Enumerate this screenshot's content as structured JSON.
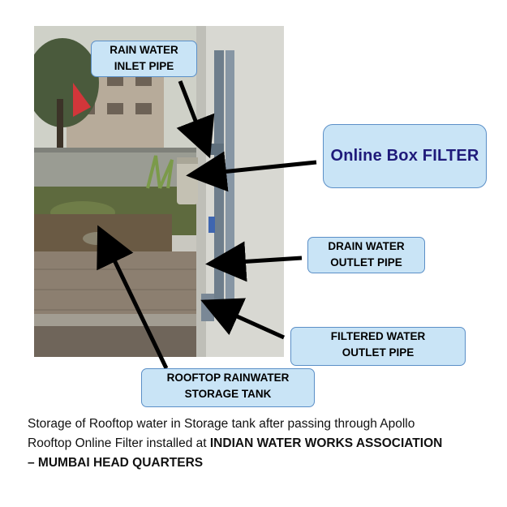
{
  "labels": {
    "rain_water_inlet": [
      "RAIN WATER",
      "INLET PIPE"
    ],
    "online_box_filter": "Online Box FILTER",
    "drain_water_outlet": [
      "DRAIN WATER",
      "OUTLET PIPE"
    ],
    "filtered_water_outlet": [
      "FILTERED WATER",
      "OUTLET PIPE"
    ],
    "rooftop_storage_tank": [
      "ROOFTOP RAINWATER",
      "STORAGE TANK"
    ]
  },
  "caption": {
    "line1": "Storage of Rooftop water in Storage tank after passing through Apollo",
    "line2_plain": "Rooftop Online Filter installed at ",
    "line2_bold": "INDIAN WATER WORKS ASSOCIATION",
    "line3_bold": "– MUMBAI HEAD QUARTERS"
  },
  "colors": {
    "label_fill": "#c9e4f6",
    "label_border": "#5b8fc7",
    "filter_text": "#1f1a7a",
    "arrow": "#000000"
  }
}
